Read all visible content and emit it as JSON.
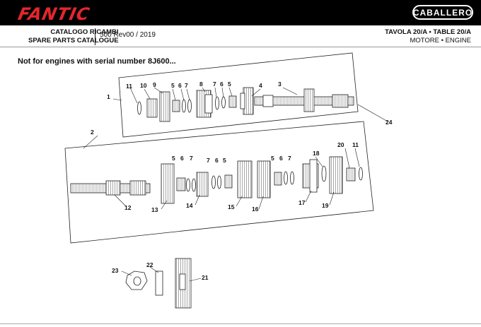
{
  "header": {
    "brand": "FANTIC",
    "model": "CABALLERO",
    "catalog_line1": "CATALOGO RICAMBI",
    "catalog_line2": "SPARE PARTS CATALOGUE",
    "version": "500 Rev00 / 2019",
    "table_line1": "TAVOLA 20/A • TABLE 20/A",
    "table_line2": "MOTORE • ENGINE"
  },
  "note": "Not for engines with serial number 8J600...",
  "callouts": [
    "1",
    "2",
    "3",
    "4",
    "5",
    "6",
    "7",
    "8",
    "9",
    "10",
    "11",
    "12",
    "13",
    "14",
    "15",
    "16",
    "17",
    "18",
    "19",
    "20",
    "21",
    "22",
    "23",
    "24"
  ],
  "colors": {
    "brand_red": "#e4262c",
    "header_bg": "#000000"
  }
}
